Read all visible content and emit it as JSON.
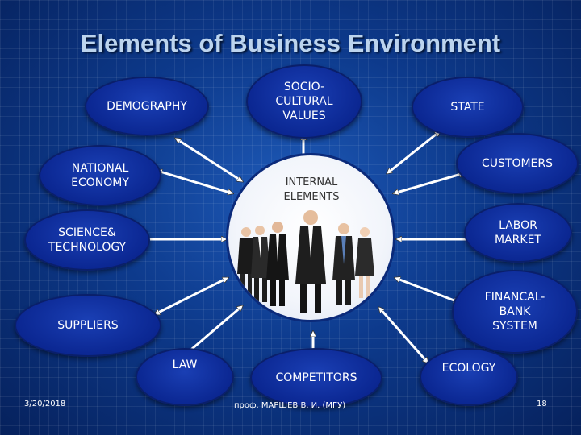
{
  "slide": {
    "title": "Elements of Business Environment",
    "center_label": "INTERNAL\nELEMENTS",
    "elements": {
      "demography": "DEMOGRAPHY",
      "socio_cultural": "SOCIO-\nCULTURAL\nVALUES",
      "state": "STATE",
      "national_economy": "NATIONAL\nECONOMY",
      "customers": "CUSTOMERS",
      "science_technology": "SCIENCE&\nTECHNOLOGY",
      "labor_market": "LABOR\nMARKET",
      "suppliers": "SUPPLIERS",
      "financial_bank_system": "FINANCAL-\nBANK\nSYSTEM",
      "law": "LAW",
      "competitors": "COMPETITORS",
      "ecology": "ECOLOGY"
    },
    "footer": {
      "date": "3/20/2018",
      "author": "проф. МАРШЕВ В. И. (МГУ)",
      "page_number": "18"
    }
  },
  "colors": {
    "background": "#0d3a8c",
    "ellipse_fill": "#0b2792",
    "title_text": "#bcd4ee",
    "center_fill": "#ffffff",
    "arrow": "#ffffff"
  }
}
